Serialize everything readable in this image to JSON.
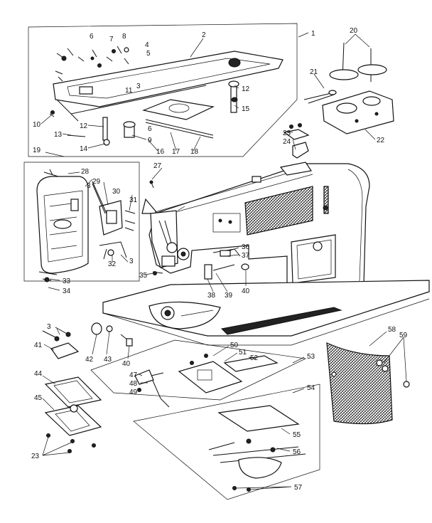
{
  "callouts": [
    {
      "id": "c1",
      "text": "1"
    },
    {
      "id": "c2",
      "text": "2"
    },
    {
      "id": "c3a",
      "text": "3"
    },
    {
      "id": "c3b",
      "text": "3"
    },
    {
      "id": "c3c",
      "text": "3"
    },
    {
      "id": "c3d",
      "text": "3"
    },
    {
      "id": "c4",
      "text": "4"
    },
    {
      "id": "c5",
      "text": "5"
    },
    {
      "id": "c6a",
      "text": "6"
    },
    {
      "id": "c6b",
      "text": "6"
    },
    {
      "id": "c7",
      "text": "7"
    },
    {
      "id": "c8",
      "text": "8"
    },
    {
      "id": "c9",
      "text": "9"
    },
    {
      "id": "c10",
      "text": "10"
    },
    {
      "id": "c11",
      "text": "11"
    },
    {
      "id": "c12a",
      "text": "12"
    },
    {
      "id": "c12b",
      "text": "12"
    },
    {
      "id": "c13",
      "text": "13"
    },
    {
      "id": "c14",
      "text": "14"
    },
    {
      "id": "c15",
      "text": "15"
    },
    {
      "id": "c16",
      "text": "16"
    },
    {
      "id": "c17",
      "text": "17"
    },
    {
      "id": "c18",
      "text": "18"
    },
    {
      "id": "c19",
      "text": "19"
    },
    {
      "id": "c20",
      "text": "20"
    },
    {
      "id": "c21",
      "text": "21"
    },
    {
      "id": "c22",
      "text": "22"
    },
    {
      "id": "c23a",
      "text": "23"
    },
    {
      "id": "c23b",
      "text": "23"
    },
    {
      "id": "c24",
      "text": "24"
    },
    {
      "id": "c27",
      "text": "27"
    },
    {
      "id": "c28",
      "text": "28"
    },
    {
      "id": "c29",
      "text": "29"
    },
    {
      "id": "c30",
      "text": "30"
    },
    {
      "id": "c31",
      "text": "31"
    },
    {
      "id": "c32",
      "text": "32"
    },
    {
      "id": "c33",
      "text": "33"
    },
    {
      "id": "c34",
      "text": "34"
    },
    {
      "id": "c35",
      "text": "35"
    },
    {
      "id": "c36",
      "text": "36"
    },
    {
      "id": "c37",
      "text": "37"
    },
    {
      "id": "c38",
      "text": "38"
    },
    {
      "id": "c39",
      "text": "39"
    },
    {
      "id": "c40a",
      "text": "40"
    },
    {
      "id": "c40b",
      "text": "40"
    },
    {
      "id": "c41",
      "text": "41"
    },
    {
      "id": "c42",
      "text": "42"
    },
    {
      "id": "c43",
      "text": "43"
    },
    {
      "id": "c44",
      "text": "44"
    },
    {
      "id": "c45",
      "text": "45"
    },
    {
      "id": "c47",
      "text": "47"
    },
    {
      "id": "c48",
      "text": "48"
    },
    {
      "id": "c49",
      "text": "49"
    },
    {
      "id": "c50",
      "text": "50"
    },
    {
      "id": "c51",
      "text": "51"
    },
    {
      "id": "c52",
      "text": "52"
    },
    {
      "id": "c53",
      "text": "53"
    },
    {
      "id": "c54",
      "text": "54"
    },
    {
      "id": "c55",
      "text": "55"
    },
    {
      "id": "c56",
      "text": "56"
    },
    {
      "id": "c57",
      "text": "57"
    },
    {
      "id": "c58",
      "text": "58"
    },
    {
      "id": "c59",
      "text": "59"
    }
  ]
}
